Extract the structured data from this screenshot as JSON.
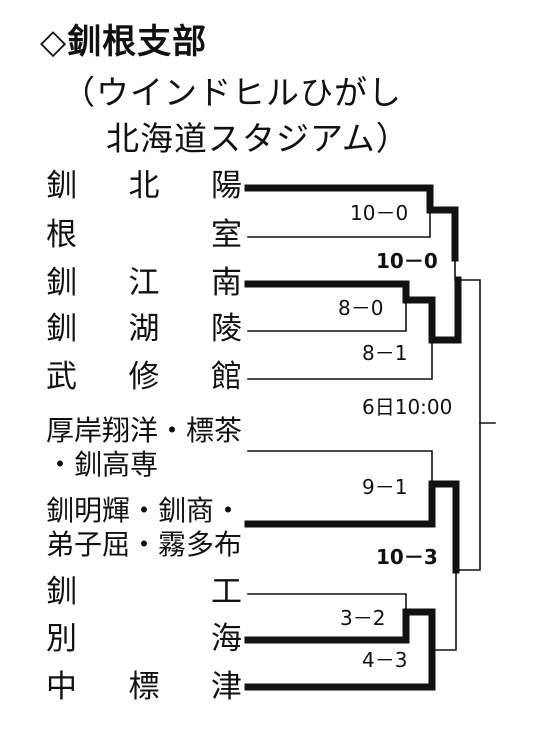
{
  "title": "◇釧根支部",
  "venue": {
    "line1": "（ウインドヒルひがし",
    "line2": "北海道スタジアム）"
  },
  "teams": [
    [
      "釧",
      "北",
      "陽"
    ],
    [
      "根",
      "室"
    ],
    [
      "釧",
      "江",
      "南"
    ],
    [
      "釧",
      "湖",
      "陵"
    ],
    [
      "武",
      "修",
      "館"
    ]
  ],
  "team_multi": {
    "a_line1": "厚岸翔洋・標茶",
    "a_line2": "・釧高専",
    "b_line1": "釧明輝・釧商・",
    "b_line2": "弟子屈・霧多布"
  },
  "teams_bottom": [
    [
      "釧",
      "工"
    ],
    [
      "別",
      "海"
    ],
    [
      "中",
      "標",
      "津"
    ]
  ],
  "scores": {
    "s1": "10－0",
    "s2": "10－0",
    "s3": "8－0",
    "s4": "8－1",
    "final_date": "6日10:00",
    "s5": "9－1",
    "s6": "10－3",
    "s7": "3－2",
    "s8": "4－3"
  }
}
